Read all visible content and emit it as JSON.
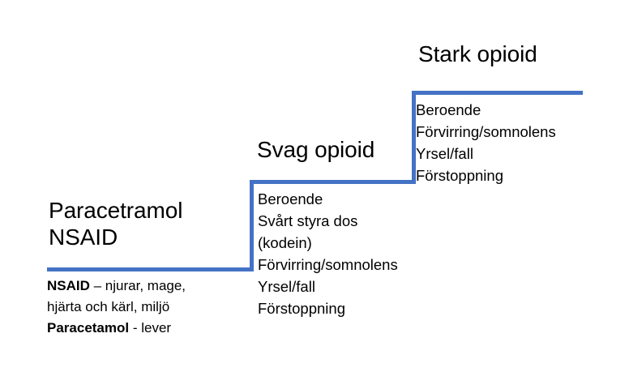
{
  "theme": {
    "background": "#ffffff",
    "text_color": "#000000",
    "stair_line_color": "#4472C4"
  },
  "steps": [
    {
      "id": "paracetamol-nsaid",
      "title": "Paracetramol\nNSAID",
      "body_lines": [],
      "description_lines": [
        {
          "bold": "NSAID",
          "rest": " – njurar, mage,"
        },
        {
          "bold": "",
          "rest": "hjärta och kärl, miljö"
        },
        {
          "bold": "Paracetamol",
          "rest": " - lever"
        }
      ]
    },
    {
      "id": "svag-opioid",
      "title": "Svag opioid",
      "body_lines": [
        "Beroende",
        "Svårt styra dos",
        "(kodein)",
        "Förvirring/somnolens",
        "Yrsel/fall",
        "Förstoppning"
      ],
      "description_lines": []
    },
    {
      "id": "stark-opioid",
      "title": "Stark opioid",
      "body_lines": [
        "Beroende",
        "Förvirring/somnolens",
        "Yrsel/fall",
        "Förstoppning"
      ],
      "description_lines": []
    }
  ]
}
